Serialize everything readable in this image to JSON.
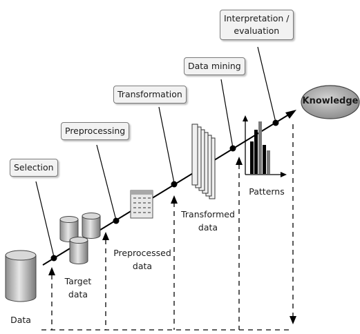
{
  "steps": {
    "selection": "Selection",
    "preprocessing": "Preprocessing",
    "transformation": "Transformation",
    "data_mining": "Data mining",
    "interpretation_line1": "Interpretation /",
    "interpretation_line2": "evaluation"
  },
  "knowledge": "Knowledge",
  "artifacts": {
    "data": "Data",
    "target_line1": "Target",
    "target_line2": "data",
    "preprocessed_line1": "Preprocessed",
    "preprocessed_line2": "data",
    "transformed_line1": "Transformed",
    "transformed_line2": "data",
    "patterns": "Patterns"
  },
  "colors": {
    "box_fill": "#f2f2f2",
    "knowledge_fill": "#b0b0b0",
    "line": "#000000"
  }
}
